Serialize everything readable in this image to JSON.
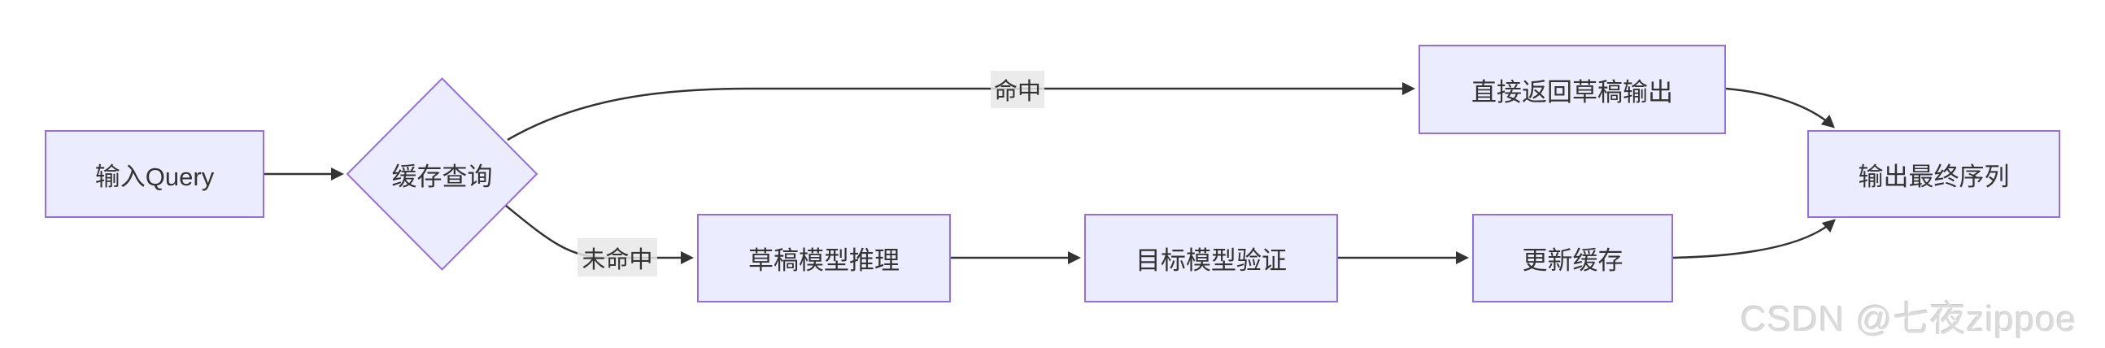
{
  "diagram": {
    "nodes": {
      "input_query": {
        "label": "输入Query"
      },
      "cache_query": {
        "label": "缓存查询"
      },
      "return_draft": {
        "label": "直接返回草稿输出"
      },
      "draft_inference": {
        "label": "草稿模型推理"
      },
      "target_verify": {
        "label": "目标模型验证"
      },
      "update_cache": {
        "label": "更新缓存"
      },
      "final_output": {
        "label": "输出最终序列"
      }
    },
    "edge_labels": {
      "hit": "命中",
      "miss": "未命中"
    },
    "colors": {
      "node_fill": "#ECECFF",
      "node_border": "#9370DB",
      "edge": "#333333",
      "text": "#333333",
      "label_bg": "#e8e8e8"
    }
  },
  "watermark": "CSDN @七夜zippoe"
}
